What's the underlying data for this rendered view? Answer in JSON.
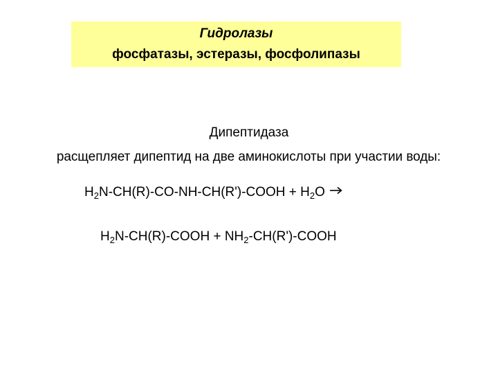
{
  "title": {
    "line1": "Гидролазы",
    "line2": "фосфатазы, эстеразы, фосфолипазы"
  },
  "enzyme": {
    "name": "Дипептидаза",
    "description": "расщепляет дипептид на две аминокислоты при участии воды:"
  },
  "reaction": {
    "reactant_part1": "H",
    "reactant_sub1": "2",
    "reactant_part2": "N-CH(R)-CO-NH-CH(R')-COOH + H",
    "reactant_sub2": "2",
    "reactant_part3": "O",
    "arrow_icon": "right-arrow-icon",
    "product_part1": "H",
    "product_sub1": "2",
    "product_part2": "N-CH(R)-COOH + NH",
    "product_sub2": "2",
    "product_part3": "-CH(R')-COOH"
  },
  "colors": {
    "title_background": "#ffff99",
    "text": "#000000",
    "page_background": "#ffffff"
  }
}
